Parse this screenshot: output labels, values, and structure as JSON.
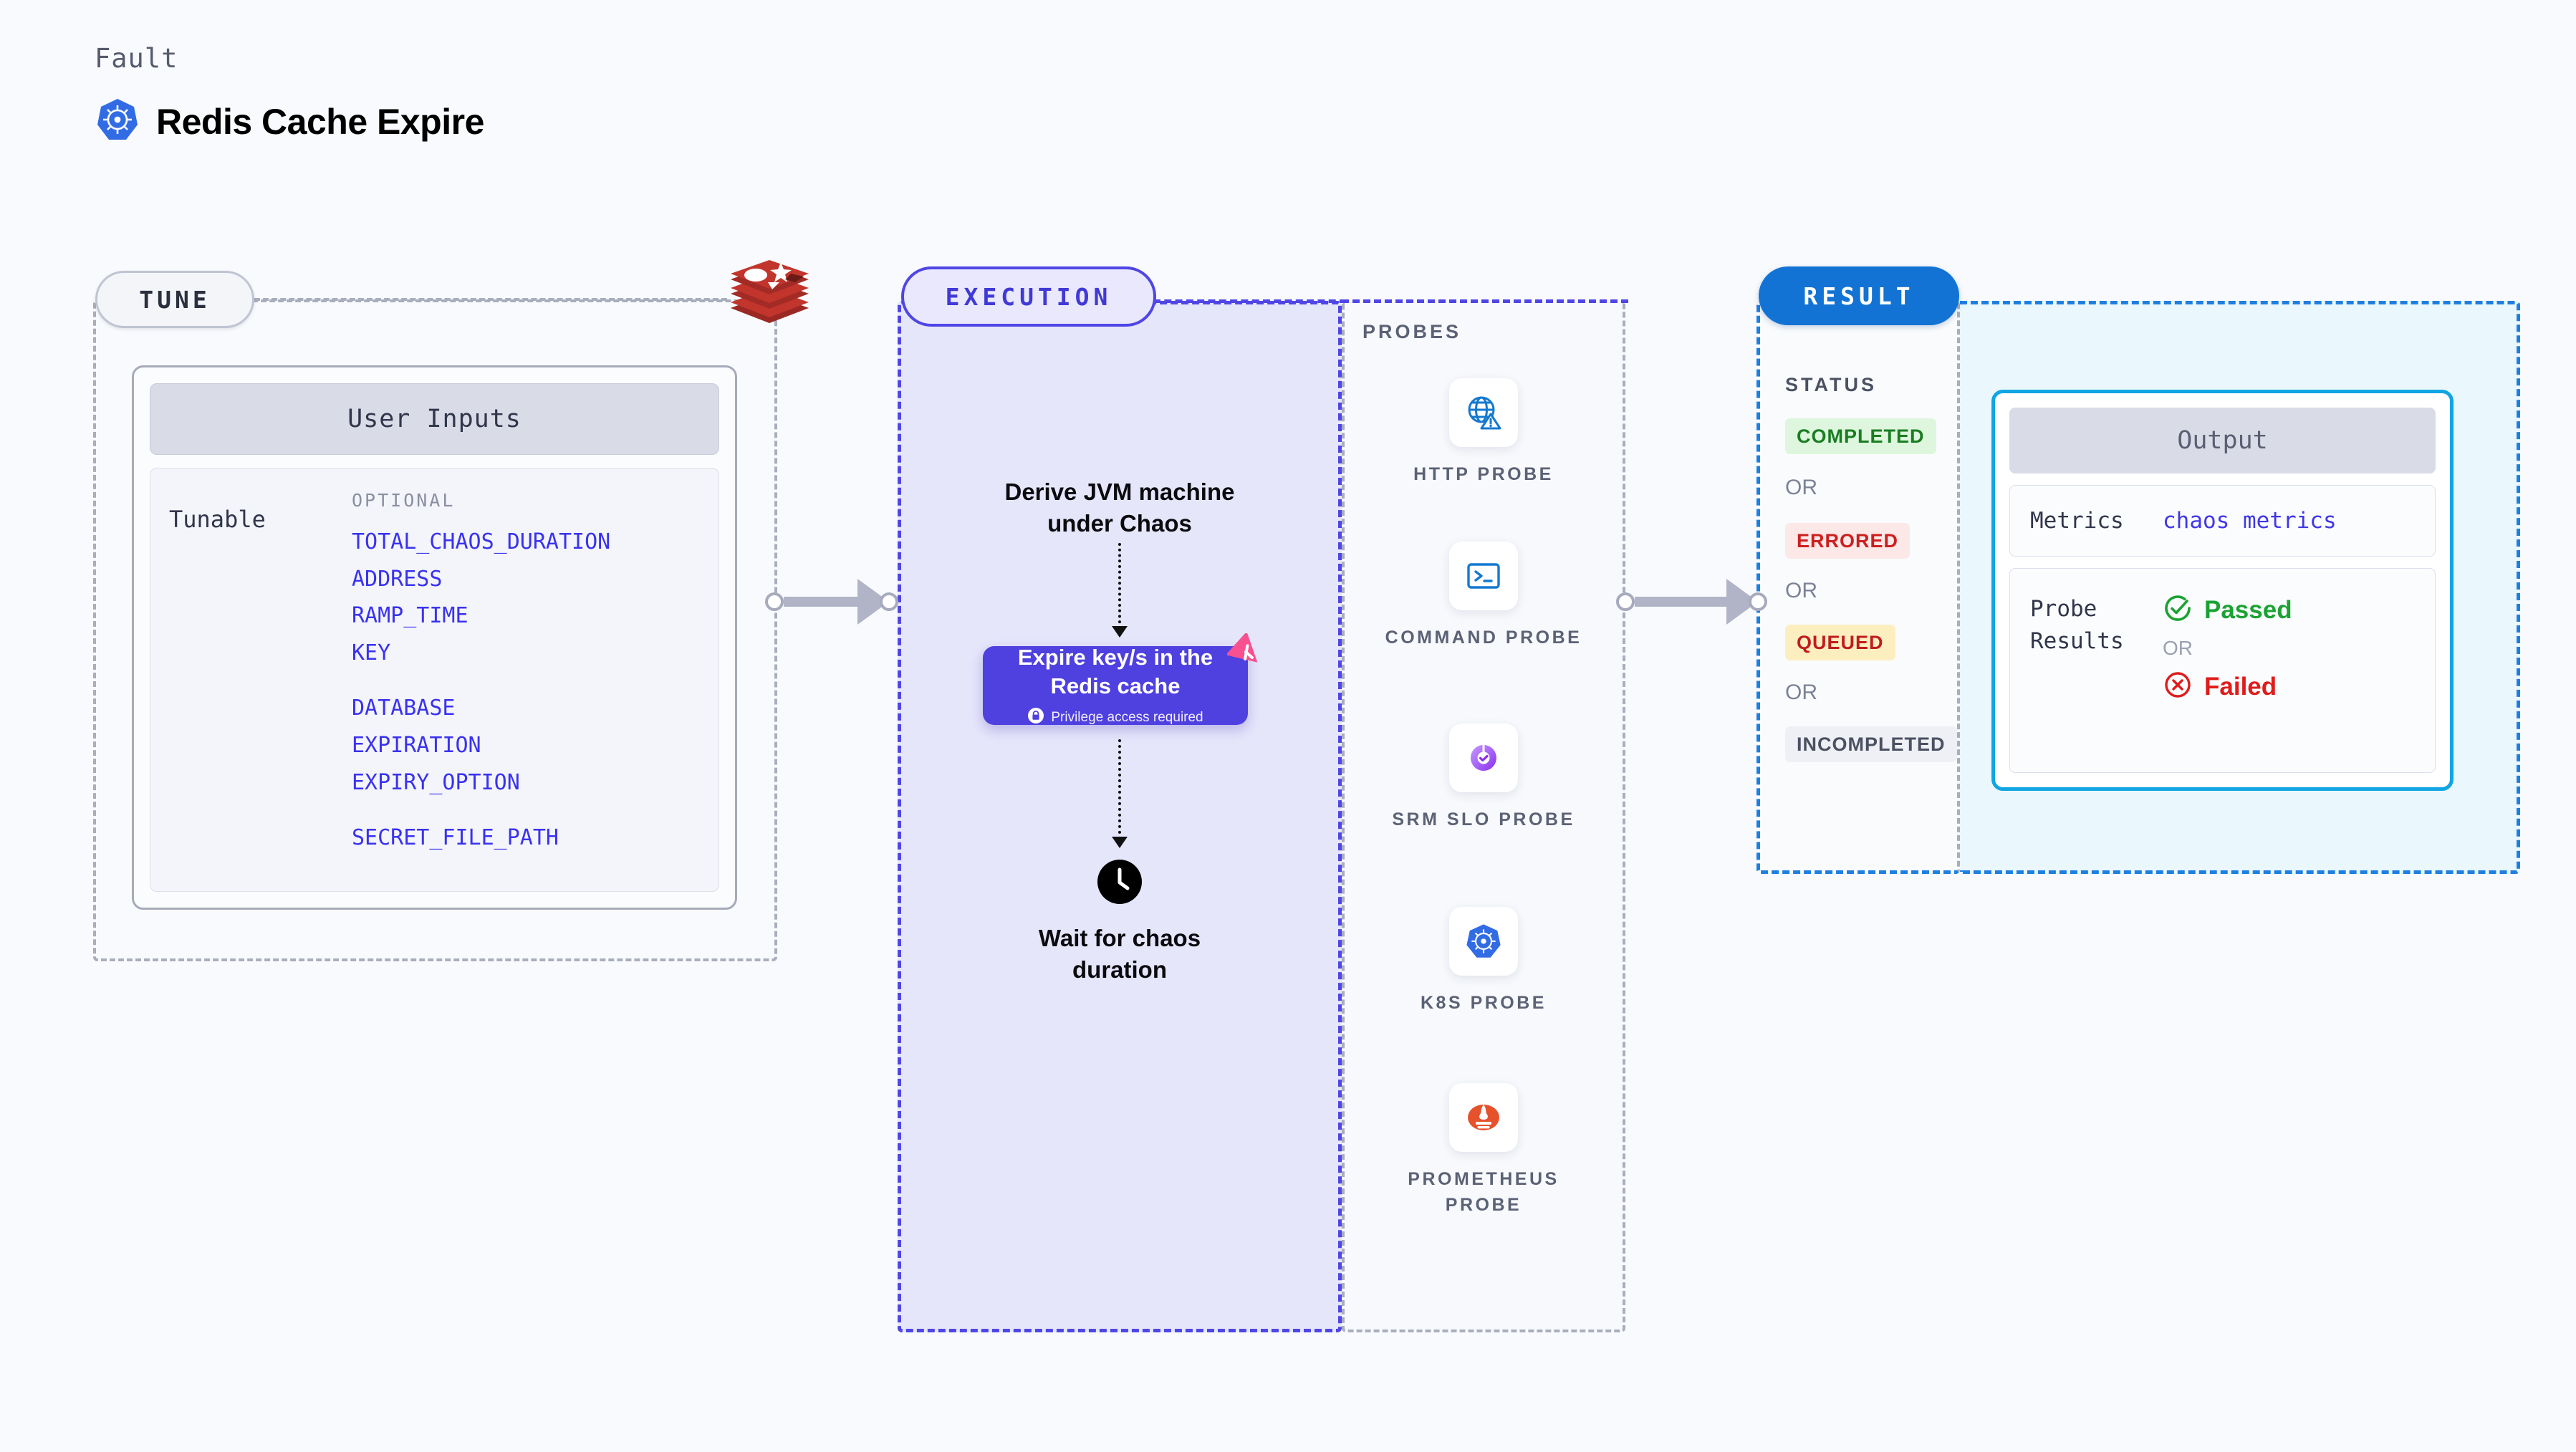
{
  "header": {
    "eyebrow": "Fault",
    "title": "Redis Cache Expire",
    "icon": "kubernetes-icon"
  },
  "tune": {
    "pill_label": "TUNE",
    "source_icon": "redis-logo",
    "card_header": "User Inputs",
    "row_label": "Tunable",
    "optional_label": "OPTIONAL",
    "tunables": [
      "TOTAL_CHAOS_DURATION",
      "ADDRESS",
      "RAMP_TIME",
      "KEY",
      "DATABASE",
      "EXPIRATION",
      "EXPIRY_OPTION",
      "SECRET_FILE_PATH"
    ]
  },
  "execution": {
    "pill_label": "EXECUTION",
    "step_derive": "Derive JVM machine under Chaos",
    "chaos_card": {
      "title": "Expire key/s in the Redis cache",
      "privilege_note": "Privilege access required",
      "lock_icon": "lock-icon",
      "ribbon_icon": "fault-ribbon-icon"
    },
    "step_wait": "Wait for chaos duration",
    "wait_icon": "clock-icon"
  },
  "probes": {
    "title": "PROBES",
    "items": [
      {
        "label": "HTTP PROBE",
        "icon": "globe-warning-icon"
      },
      {
        "label": "COMMAND PROBE",
        "icon": "terminal-icon"
      },
      {
        "label": "SRM SLO PROBE",
        "icon": "slo-donut-check-icon"
      },
      {
        "label": "K8S PROBE",
        "icon": "kubernetes-icon"
      },
      {
        "label": "PROMETHEUS PROBE",
        "icon": "prometheus-flame-icon"
      }
    ]
  },
  "result": {
    "pill_label": "RESULT",
    "status_title": "STATUS",
    "or_label": "OR",
    "statuses": [
      {
        "label": "COMPLETED",
        "color": "#1a7d22",
        "bg": "#ddf6dd"
      },
      {
        "label": "ERRORED",
        "color": "#cc1f1f",
        "bg": "#fde8e8"
      },
      {
        "label": "QUEUED",
        "color": "#c01d1d",
        "bg": "#fdeec0"
      },
      {
        "label": "INCOMPLETED",
        "color": "#4b5161",
        "bg": "#eef0f5"
      }
    ],
    "output": {
      "header": "Output",
      "metrics_label": "Metrics",
      "metrics_value": "chaos metrics",
      "probe_results_label": "Probe Results",
      "passed_label": "Passed",
      "failed_label": "Failed",
      "or_label": "OR",
      "passed_icon": "check-circle-icon",
      "failed_icon": "x-circle-icon"
    }
  },
  "colors": {
    "background": "#f8fafd",
    "accent_indigo": "#4f46e5",
    "accent_blue": "#1273d4",
    "tunable_text": "#3a32ef",
    "redis_red": "#a32b25",
    "fault_pink": "#f9508f"
  }
}
